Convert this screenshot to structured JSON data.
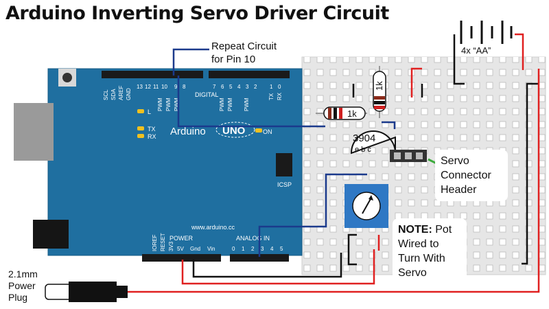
{
  "title": "Arduino Inverting Servo Driver Circuit",
  "labels": {
    "repeat_line1": "Repeat Circuit",
    "repeat_line2": "for Pin 10",
    "battery": "4x “AA”",
    "plug_line1": "2.1mm",
    "plug_line2": "Power",
    "plug_line3": "Plug",
    "servo_line1": "Servo",
    "servo_line2": "Connector",
    "servo_line3": "Header",
    "note_bold": "NOTE:",
    "note_line1": " Pot",
    "note_line2": "Wired to",
    "note_line3": "Turn With",
    "note_line4": "Servo"
  },
  "arduino": {
    "brand": "Arduino",
    "model": "UNO",
    "url": "www.arduino.cc",
    "digital": "DIGITAL",
    "analog": "ANALOG IN",
    "power": "POWER",
    "icsp": "ICSP",
    "on": "ON",
    "led_l": "L",
    "led_tx": "TX",
    "led_rx": "RX",
    "top_left_pins": [
      "SCL",
      "SDA",
      "AREF",
      "GND"
    ],
    "top_digits": [
      "13",
      "12",
      "11",
      "10",
      "9",
      "8",
      "7",
      "6",
      "5",
      "4",
      "3",
      "2",
      "1",
      "0"
    ],
    "pwm": "PWM",
    "tx0": "TX",
    "rx0": "RX",
    "bottom_pins": [
      "IOREF",
      "RESET",
      "3V3",
      "5V",
      "Gnd",
      "Vin"
    ],
    "analog_nums": [
      "0",
      "1",
      "2",
      "3",
      "4",
      "5"
    ]
  },
  "components": {
    "resistor1": "1k",
    "resistor2": "1k",
    "transistor": "3904",
    "transistor_pins": "e b c"
  },
  "colors": {
    "board_blue": "#1f6fa0",
    "breadboard": "#e8e8e8",
    "wire_red": "#e02020",
    "wire_blue": "#1b3a8c",
    "wire_black": "#111111"
  }
}
